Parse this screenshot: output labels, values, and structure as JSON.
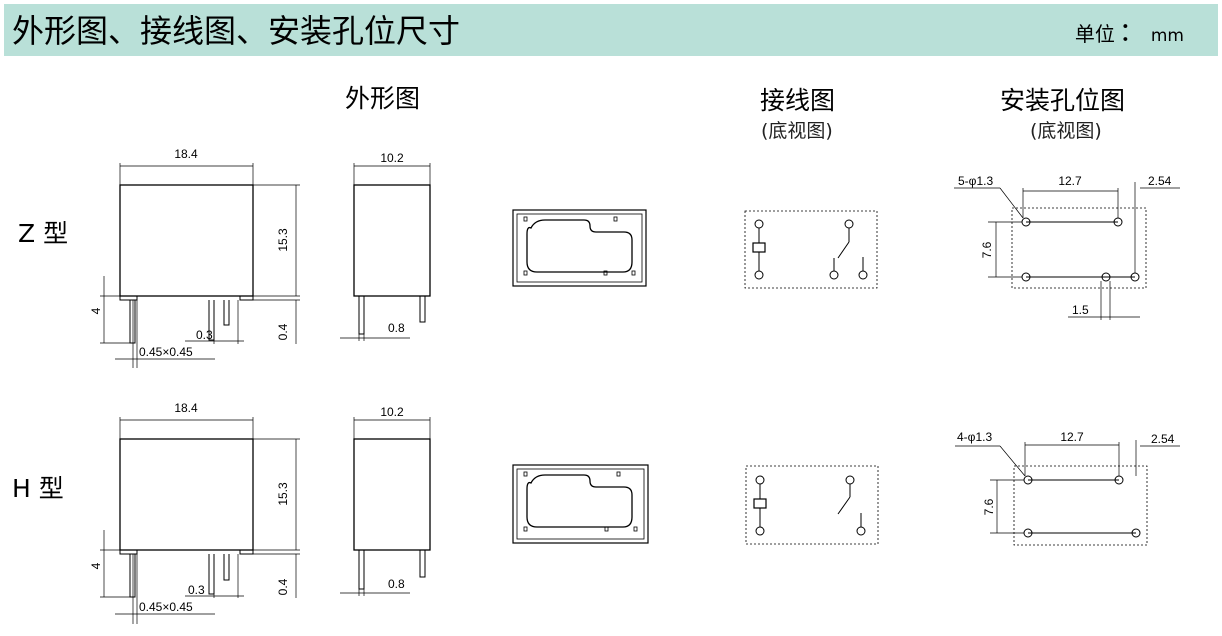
{
  "header": {
    "title": "外形图、接线图、安装孔位尺寸",
    "unit_label": "单位",
    "unit_colon": "：",
    "unit_value": "mm",
    "color": "#b9e0d8"
  },
  "columns": {
    "outline": "外形图",
    "wiring": "接线图",
    "wiring_sub": "(底视图)",
    "mounting": "安装孔位图",
    "mounting_sub": "(底视图)"
  },
  "rows": [
    {
      "label": "Z 型",
      "dims": {
        "width": "18.4",
        "depth": "10.2",
        "height": "15.3",
        "pin_len": "4",
        "gap": "0.3",
        "pin_section": "0.45×0.45",
        "pin_len2": "0.4",
        "pin_w": "0.8"
      },
      "mount": {
        "holes": "5-φ1.3",
        "span": "12.7",
        "pitch": "2.54",
        "row_gap": "7.6",
        "offset": "1.5"
      }
    },
    {
      "label": "H 型",
      "dims": {
        "width": "18.4",
        "depth": "10.2",
        "height": "15.3",
        "pin_len": "4",
        "gap": "0.3",
        "pin_section": "0.45×0.45",
        "pin_len2": "0.4",
        "pin_w": "0.8"
      },
      "mount": {
        "holes": "4-φ1.3",
        "span": "12.7",
        "pitch": "2.54",
        "row_gap": "7.6"
      }
    }
  ]
}
